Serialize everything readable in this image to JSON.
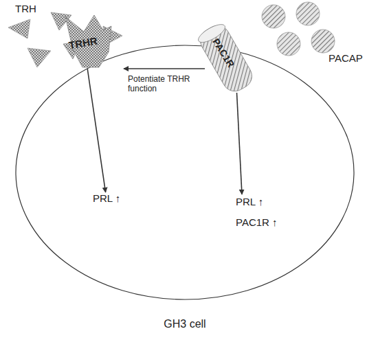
{
  "diagram": {
    "nodes": [
      {
        "text": [
          "GH3 cell"
        ]
      },
      {
        "text": [
          "TRHR"
        ]
      },
      {
        "text": [
          "PAC1R"
        ]
      },
      {
        "text": [
          "PRL ↑"
        ],
        "in": 0
      },
      {
        "text": [
          "PRL ↑",
          "PAC1R ↑"
        ],
        "in": 0
      }
    ],
    "edges": [
      {
        "from": 2,
        "to": 1,
        "arrow": "to",
        "label": "Potentiate TRHR function"
      },
      {
        "from": 1,
        "to": 3,
        "arrow": "to"
      },
      {
        "from": 2,
        "to": 4,
        "arrow": "to"
      }
    ],
    "labels": [
      "TRH",
      "PACAP"
    ]
  }
}
